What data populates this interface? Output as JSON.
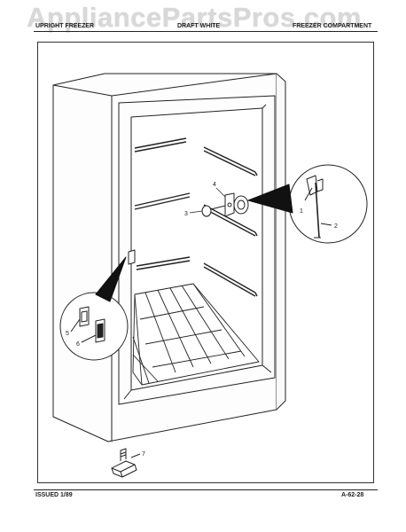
{
  "watermark": "AppliancePartsPros.com",
  "header": {
    "left": "UPRIGHT FREEZER",
    "middle": "DRAFT WHITE",
    "right": "FREEZER COMPARTMENT"
  },
  "footer": {
    "issued": "ISSUED 1/89",
    "code": "A-62-28"
  },
  "callouts": [
    "1",
    "2",
    "3",
    "4",
    "5",
    "6",
    "7"
  ]
}
